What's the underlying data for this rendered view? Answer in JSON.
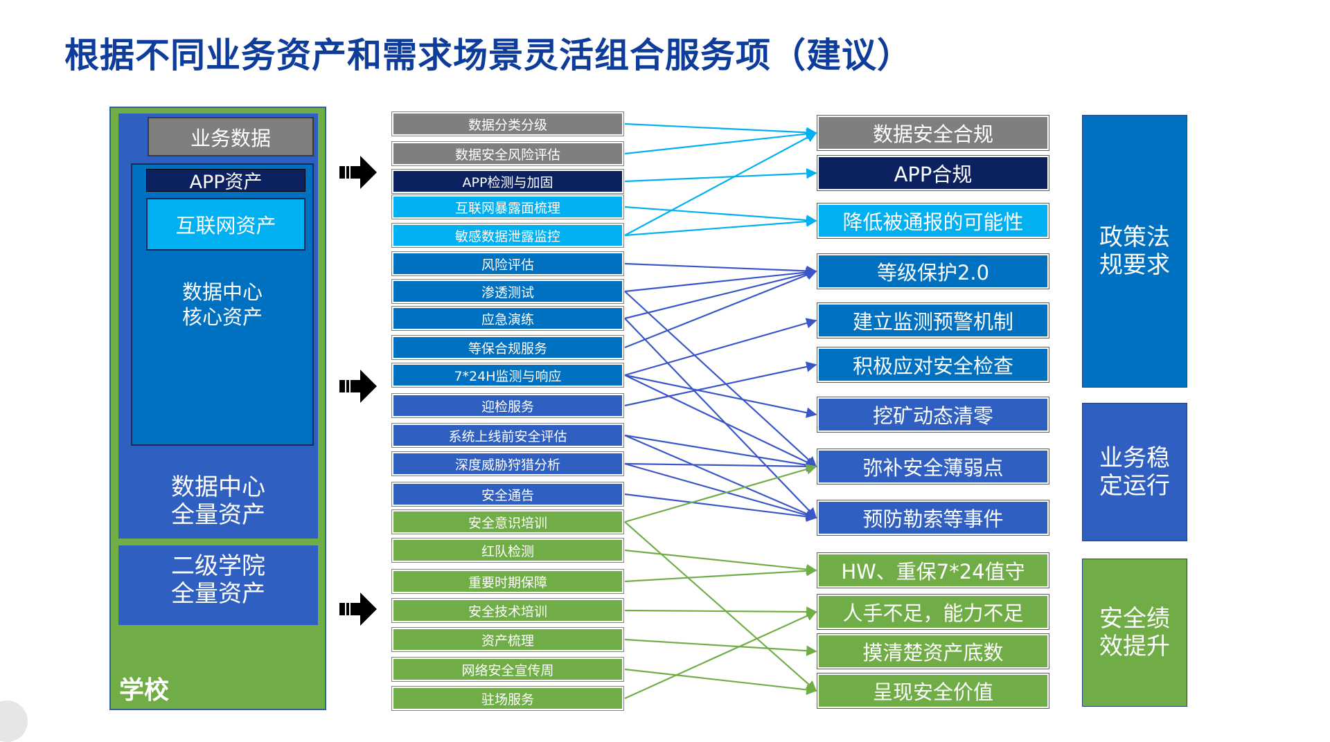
{
  "title": "根据不同业务资产和需求场景灵活组合服务项（建议）",
  "assets": {
    "business_data": "业务数据",
    "app_assets": "APP资产",
    "internet_assets": "互联网资产",
    "dc_core_line1": "数据中心",
    "dc_core_line2": "核心资产",
    "dc_all_line1": "数据中心",
    "dc_all_line2": "全量资产",
    "college_line1": "二级学院",
    "college_line2": "全量资产",
    "school": "学校"
  },
  "services": [
    {
      "label": "数据分类分级",
      "color": "#7f7f7f"
    },
    {
      "label": "数据安全风险评估",
      "color": "#7f7f7f"
    },
    {
      "label": "APP检测与加固",
      "color": "#0b2160"
    },
    {
      "label": "互联网暴露面梳理",
      "color": "#00b0f0"
    },
    {
      "label": "敏感数据泄露监控",
      "color": "#00b0f0"
    },
    {
      "label": "风险评估",
      "color": "#0070c0"
    },
    {
      "label": "渗透测试",
      "color": "#0070c0"
    },
    {
      "label": "应急演练",
      "color": "#0070c0"
    },
    {
      "label": "等保合规服务",
      "color": "#0070c0"
    },
    {
      "label": "7*24H监测与响应",
      "color": "#0070c0"
    },
    {
      "label": "迎检服务",
      "color": "#2f5fc0"
    },
    {
      "label": "系统上线前安全评估",
      "color": "#2f5fc0"
    },
    {
      "label": "深度威胁狩猎分析",
      "color": "#2f5fc0"
    },
    {
      "label": "安全通告",
      "color": "#2f5fc0"
    },
    {
      "label": "安全意识培训",
      "color": "#70ad47"
    },
    {
      "label": "红队检测",
      "color": "#70ad47"
    },
    {
      "label": "重要时期保障",
      "color": "#70ad47"
    },
    {
      "label": "安全技术培训",
      "color": "#70ad47"
    },
    {
      "label": "资产梳理",
      "color": "#70ad47"
    },
    {
      "label": "网络安全宣传周",
      "color": "#70ad47"
    },
    {
      "label": "驻场服务",
      "color": "#70ad47"
    }
  ],
  "goals": [
    {
      "label": "数据安全合规",
      "color": "#7f7f7f"
    },
    {
      "label": "APP合规",
      "color": "#0b2160"
    },
    {
      "label": "降低被通报的可能性",
      "color": "#00b0f0"
    },
    {
      "label": "等级保护2.0",
      "color": "#0070c0"
    },
    {
      "label": "建立监测预警机制",
      "color": "#0070c0"
    },
    {
      "label": "积极应对安全检查",
      "color": "#0070c0"
    },
    {
      "label": "挖矿动态清零",
      "color": "#2f5fc0"
    },
    {
      "label": "弥补安全薄弱点",
      "color": "#2f5fc0"
    },
    {
      "label": "预防勒索等事件",
      "color": "#2f5fc0"
    },
    {
      "label": "HW、重保7*24值守",
      "color": "#70ad47"
    },
    {
      "label": "人手不足，能力不足",
      "color": "#70ad47"
    },
    {
      "label": "摸清楚资产底数",
      "color": "#70ad47"
    },
    {
      "label": "呈现安全价值",
      "color": "#70ad47"
    }
  ],
  "categories": [
    {
      "line1": "政策法",
      "line2": "规要求",
      "color": "#0070c0"
    },
    {
      "line1": "业务稳",
      "line2": "定运行",
      "color": "#2f5fc0"
    },
    {
      "line1": "安全绩",
      "line2": "效提升",
      "color": "#70ad47"
    }
  ],
  "links": [
    {
      "from": 0,
      "to": 0,
      "color": "#00b0f0"
    },
    {
      "from": 1,
      "to": 0,
      "color": "#00b0f0"
    },
    {
      "from": 2,
      "to": 1,
      "color": "#00b0f0"
    },
    {
      "from": 3,
      "to": 2,
      "color": "#00b0f0"
    },
    {
      "from": 4,
      "to": 2,
      "color": "#00b0f0"
    },
    {
      "from": 4,
      "to": 0,
      "color": "#00b0f0"
    },
    {
      "from": 5,
      "to": 3,
      "color": "#3a55c8"
    },
    {
      "from": 6,
      "to": 3,
      "color": "#3a55c8"
    },
    {
      "from": 6,
      "to": 7,
      "color": "#3a55c8"
    },
    {
      "from": 7,
      "to": 3,
      "color": "#3a55c8"
    },
    {
      "from": 7,
      "to": 8,
      "color": "#3a55c8"
    },
    {
      "from": 8,
      "to": 3,
      "color": "#3a55c8"
    },
    {
      "from": 9,
      "to": 4,
      "color": "#3a55c8"
    },
    {
      "from": 9,
      "to": 6,
      "color": "#3a55c8"
    },
    {
      "from": 9,
      "to": 7,
      "color": "#3a55c8"
    },
    {
      "from": 10,
      "to": 5,
      "color": "#3a55c8"
    },
    {
      "from": 11,
      "to": 7,
      "color": "#3a55c8"
    },
    {
      "from": 11,
      "to": 8,
      "color": "#3a55c8"
    },
    {
      "from": 12,
      "to": 7,
      "color": "#3a55c8"
    },
    {
      "from": 12,
      "to": 8,
      "color": "#3a55c8"
    },
    {
      "from": 13,
      "to": 8,
      "color": "#3a55c8"
    },
    {
      "from": 14,
      "to": 7,
      "color": "#70ad47"
    },
    {
      "from": 14,
      "to": 12,
      "color": "#70ad47"
    },
    {
      "from": 15,
      "to": 9,
      "color": "#70ad47"
    },
    {
      "from": 16,
      "to": 9,
      "color": "#70ad47"
    },
    {
      "from": 17,
      "to": 10,
      "color": "#70ad47"
    },
    {
      "from": 18,
      "to": 11,
      "color": "#70ad47"
    },
    {
      "from": 19,
      "to": 12,
      "color": "#70ad47"
    },
    {
      "from": 20,
      "to": 10,
      "color": "#70ad47"
    }
  ]
}
